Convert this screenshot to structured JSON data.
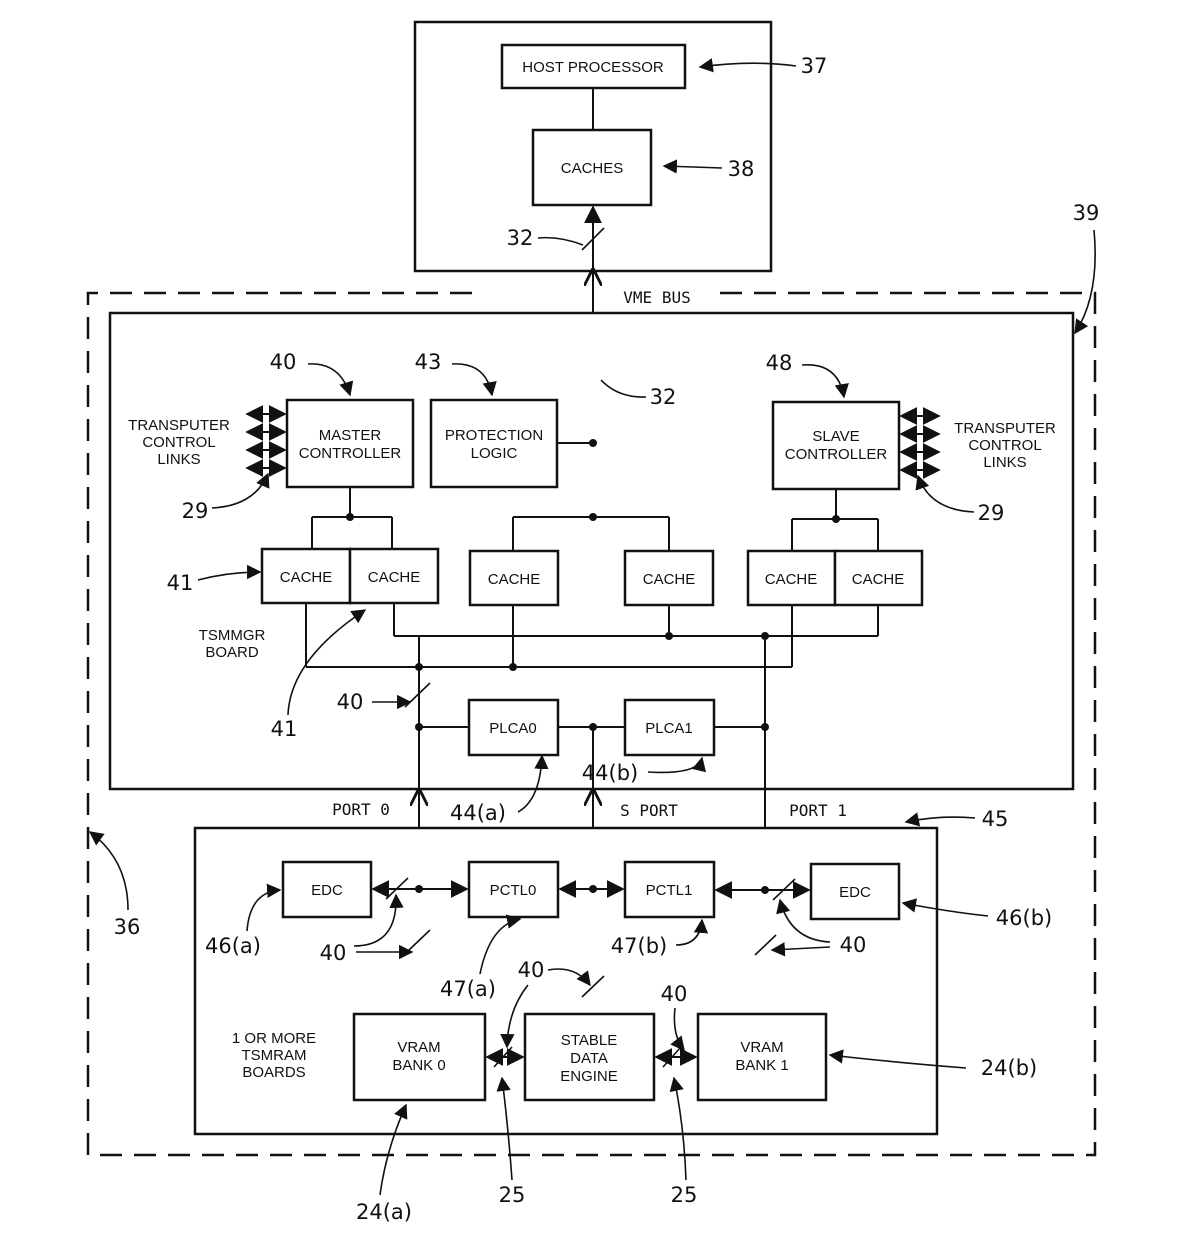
{
  "blocks": {
    "host_processor": "HOST PROCESSOR",
    "host_caches": "CACHES",
    "master_controller": [
      "MASTER",
      "CONTROLLER"
    ],
    "protection_logic": [
      "PROTECTION",
      "LOGIC"
    ],
    "slave_controller": [
      "SLAVE",
      "CONTROLLER"
    ],
    "cache": "CACHE",
    "plca0": "PLCA0",
    "plca1": "PLCA1",
    "edc": "EDC",
    "pctl0": "PCTL0",
    "pctl1": "PCTL1",
    "vram_bank0": [
      "VRAM",
      "BANK 0"
    ],
    "stable_data_engine": [
      "STABLE",
      "DATA",
      "ENGINE"
    ],
    "vram_bank1": [
      "VRAM",
      "BANK 1"
    ]
  },
  "labels": {
    "transputer_links": [
      "TRANSPUTER",
      "CONTROL",
      "LINKS"
    ],
    "tsmmgr_board": [
      "TSMMGR",
      "BOARD"
    ],
    "tsmram_boards": [
      "1 OR MORE",
      "TSMRAM",
      "BOARDS"
    ],
    "vme_bus": "VME BUS",
    "port0": "PORT 0",
    "s_port": "S PORT",
    "port1": "PORT 1"
  },
  "refs": {
    "r37": "37",
    "r38": "38",
    "r32": "32",
    "r39": "39",
    "r40": "40",
    "r43": "43",
    "r48": "48",
    "r29": "29",
    "r41": "41",
    "r36": "36",
    "r45": "45",
    "r44a": "44(a)",
    "r44b": "44(b)",
    "r46a": "46(a)",
    "r46b": "46(b)",
    "r47a": "47(a)",
    "r47b": "47(b)",
    "r24a": "24(a)",
    "r24b": "24(b)",
    "r25": "25"
  }
}
